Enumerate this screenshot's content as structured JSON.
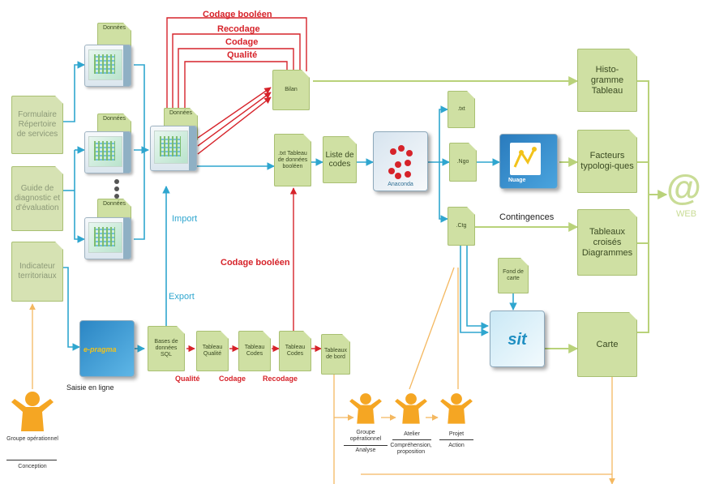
{
  "inputs": {
    "formulaire": "Formulaire Répertoire de services",
    "guide": "Guide de diagnostic et d'évaluation",
    "indicateur": "Indicateur territoriaux"
  },
  "donnees_label": "Données",
  "bilan": "Bilan",
  "tableau_booleen": ".txt Tableau de données booléen",
  "liste_codes": "Liste de codes",
  "anaconda": "Anaconda",
  "out_txt": ".txt",
  "out_ngo": ".Ngo",
  "out_ctg": ".Ctg",
  "nuage": "Nuage",
  "sit": "sit",
  "fond_de_carte": "Fond de carte",
  "contingences": "Contingences",
  "outputs": {
    "histogramme": "Histo-gramme Tableau",
    "facteurs": "Facteurs typologi-ques",
    "tableaux_croises": "Tableaux croisés Diagrammes",
    "carte": "Carte"
  },
  "web": {
    "symbol": "@",
    "label": "WEB"
  },
  "feedback_labels": [
    "Codage booléen",
    "Recodage",
    "Codage",
    "Qualité"
  ],
  "import": "Import",
  "export": "Export",
  "codage_booleen_vertical": "Codage booléen",
  "epragma": "e-pragma",
  "saisie_en_ligne": "Saisie en ligne",
  "bottom_docs": {
    "bases": "Bases de données SQL",
    "tab_qualite": "Tableau Qualité",
    "tab_codes1": "Tableau Codes",
    "tab_codes2": "Tableau Codes",
    "tab_bord": "Tableaux de bord"
  },
  "step_labels": {
    "qualite": "Qualité",
    "codage": "Codage",
    "recodage": "Recodage"
  },
  "groupe_conception": {
    "title": "Groupe opérationnel",
    "subtitle": "Conception"
  },
  "groupe_analyse": {
    "title": "Groupe opérationnel",
    "subtitle": "Analyse"
  },
  "atelier": {
    "title": "Atelier",
    "subtitle": "Compréhension, proposition"
  },
  "projet": {
    "title": "Projet",
    "subtitle": "Action"
  },
  "colors": {
    "blue": "#2fa6cf",
    "red": "#d6232a",
    "green": "#b9d27a",
    "orange": "#f4b860",
    "doc": "#cfe0a3"
  }
}
